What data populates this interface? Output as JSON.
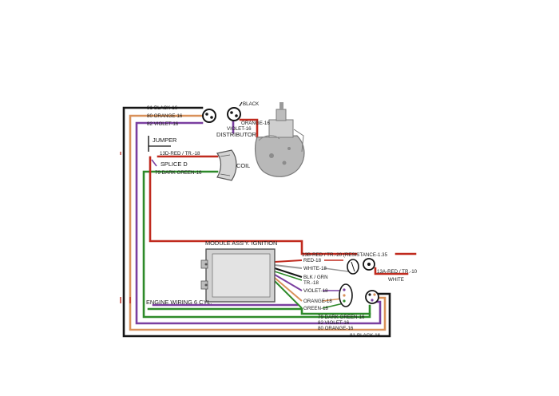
{
  "labels": {
    "black_16_top": "81-BLACK-16",
    "orange_16_top": "80 ORANGE-16",
    "violet_16_top": "82 VIOLET-16",
    "black_dist": "BLACK",
    "orange_dist": "ORANGE-16",
    "violet_dist": "VIOLET-16",
    "distributor": "DISTRIBUTOR",
    "jumper": "JUMPER",
    "red_tr_18": "13D-RED / TR.-18",
    "coil": "COIL",
    "splice_d": "SPLICE D",
    "dark_green_16": "79 DARK GREEN-16",
    "module": "MODULE ASS'Y. IGNITION",
    "red_tr_20": "13B-RED / TR.-20 (RESISTANCE-1.35",
    "red_18": "RED-18",
    "white_18": "WHITE-18",
    "blk_grn": "BLK / GRN",
    "tr_18": "TR.-18",
    "violet_18": "VIOLET-18",
    "orange_18": "ORANGE-18",
    "green_18": "GREEN-18",
    "red_tr_10": "13A-RED / TR.-10",
    "white_right": "WHITE",
    "engine_wiring": "ENGINE WIRING 6 CYL.",
    "dark_green_bottom": "79 DARK GREEN-16",
    "violet_bottom": "82 VIOLET-16",
    "orange_bottom": "80 ORANGE-16",
    "black_bottom": "81-BLACK-16"
  },
  "colors": {
    "black": "#161616",
    "orange": "#d9915a",
    "violet": "#7a3fa0",
    "red": "#c02a1e",
    "green": "#2e8a2a",
    "white": "#f4f4f4",
    "component": "#9a9a9a"
  }
}
